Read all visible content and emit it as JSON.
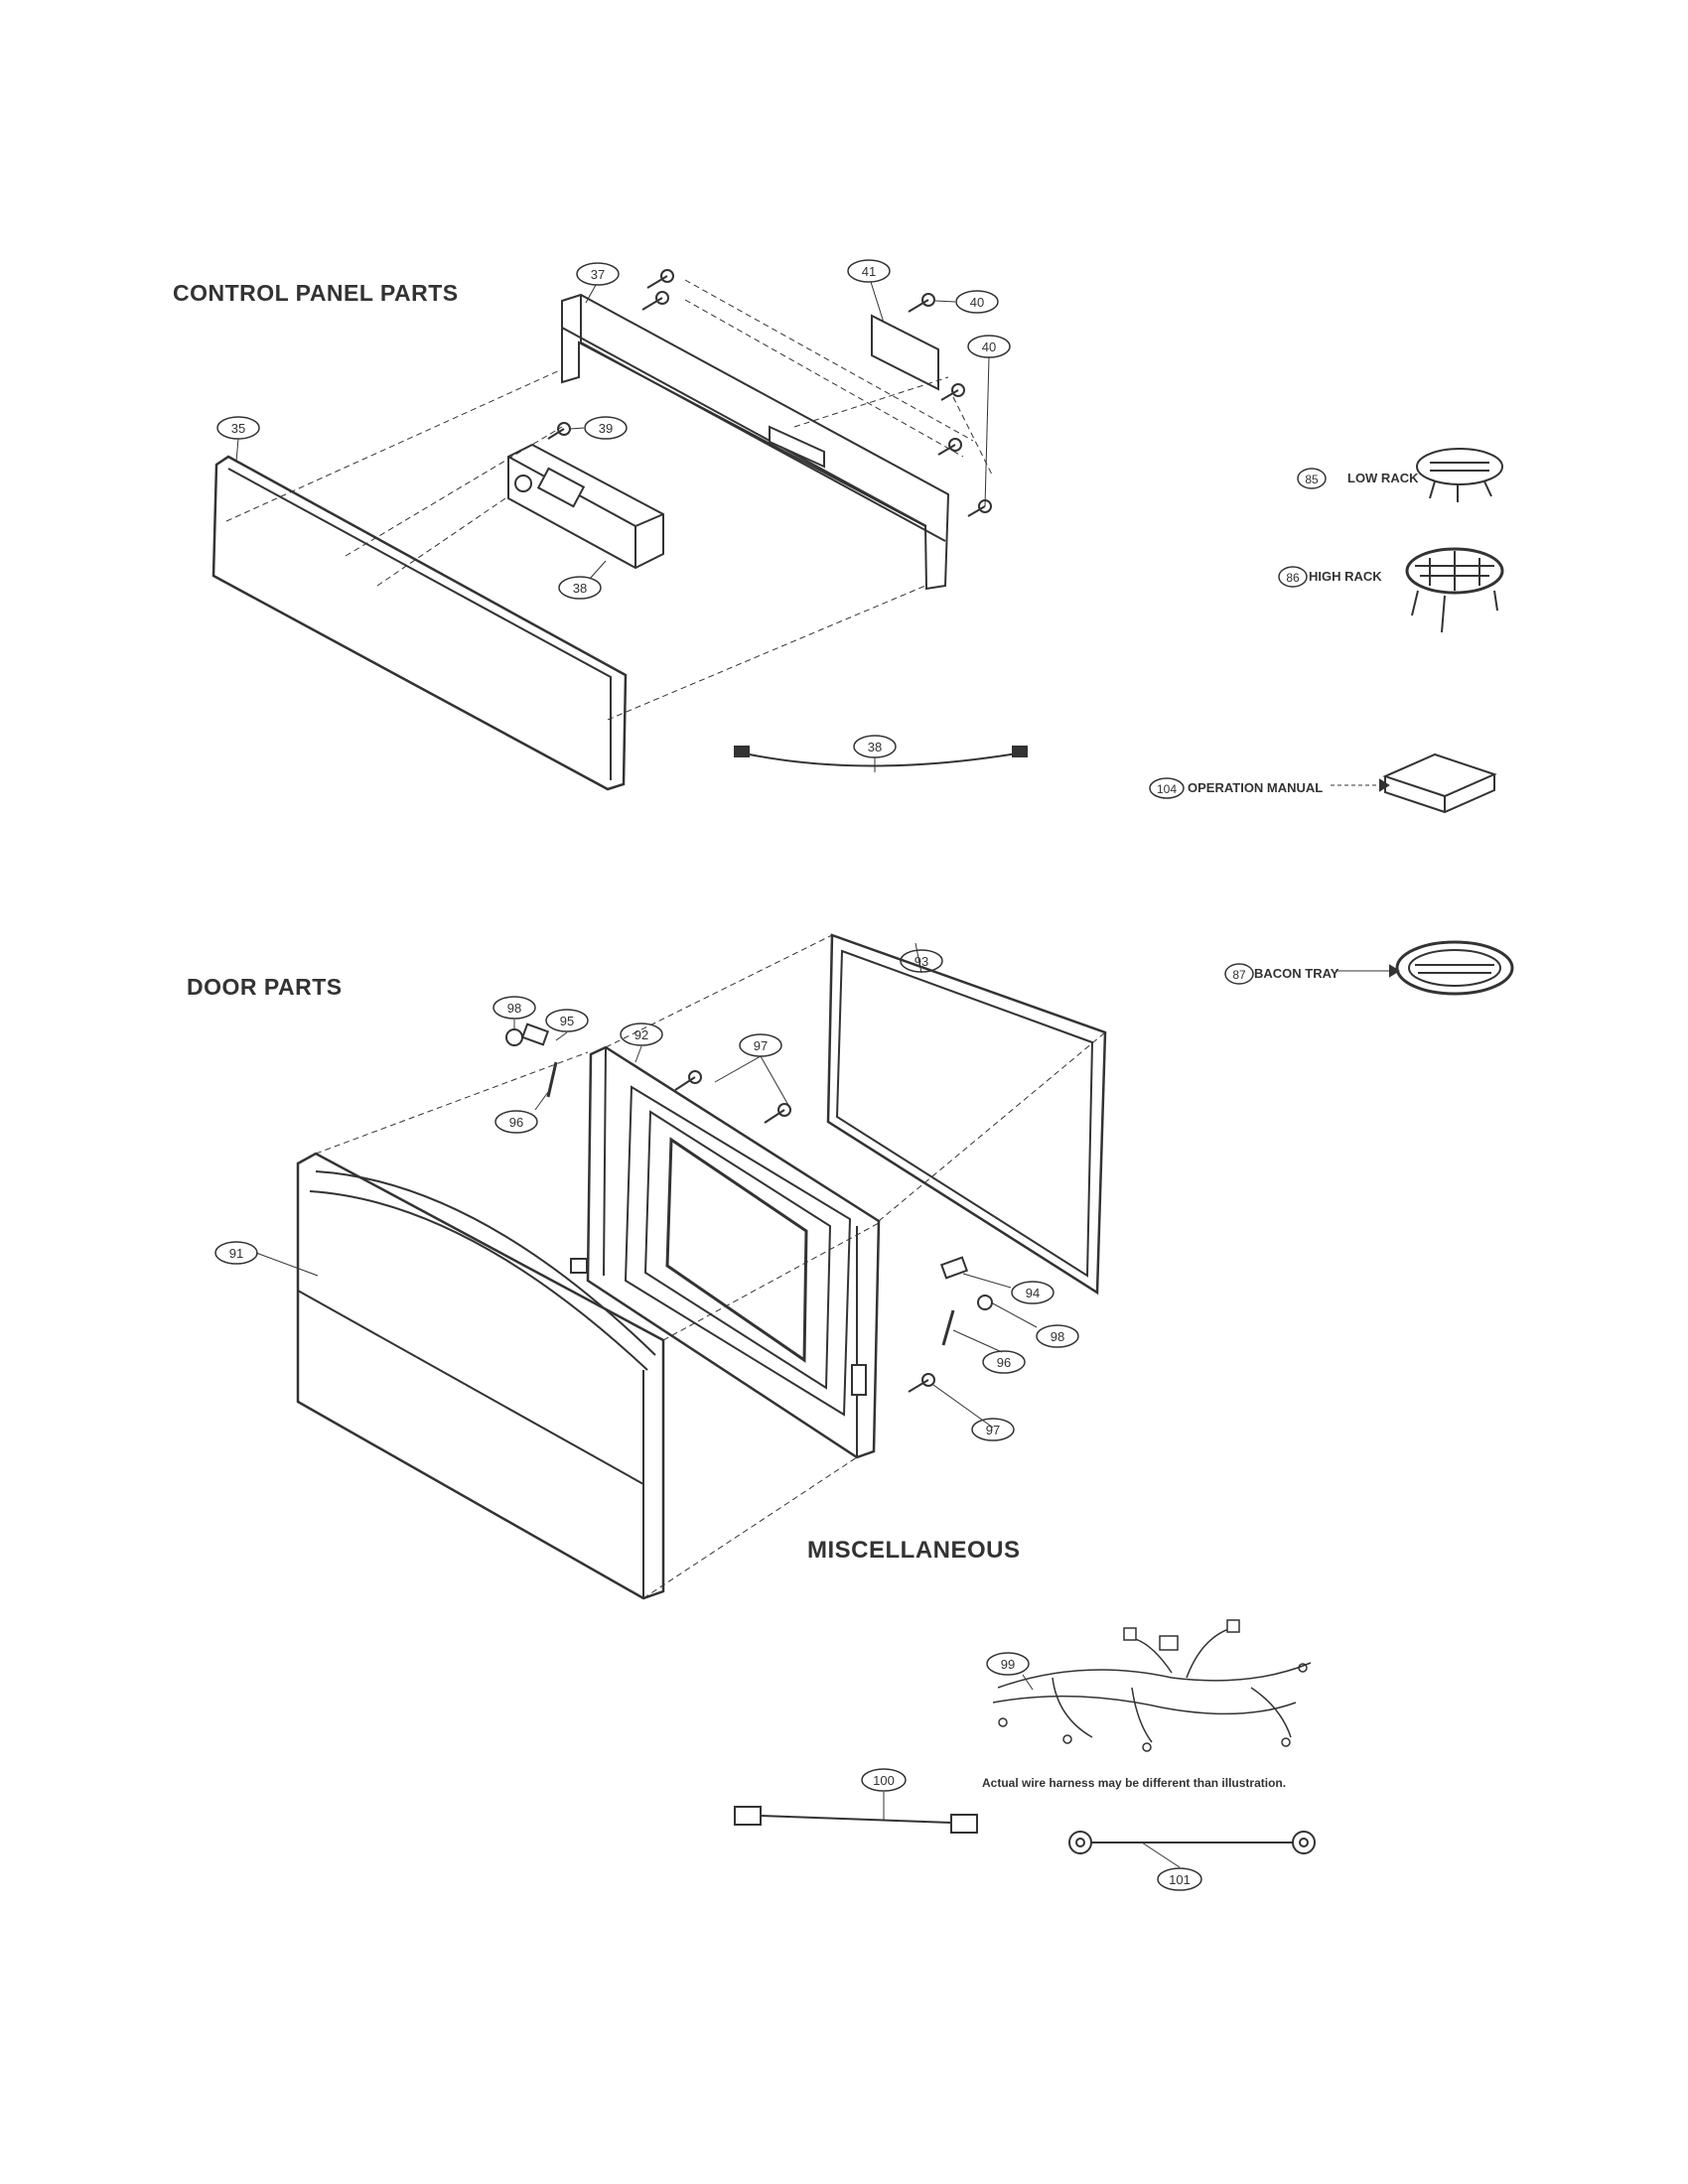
{
  "sections": {
    "control_panel": "CONTROL PANEL PARTS",
    "door": "DOOR PARTS",
    "misc": "MISCELLANEOUS"
  },
  "accessories": {
    "low_rack": "LOW RACK",
    "high_rack": "HIGH RACK",
    "operation_manual": "OPERATION MANUAL",
    "bacon_tray": "BACON TRAY"
  },
  "harness_note": "Actual wire harness may be different than illustration.",
  "callouts": [
    "37",
    "41",
    "40",
    "40",
    "39",
    "35",
    "38",
    "38",
    "85",
    "86",
    "104",
    "87",
    "93",
    "98",
    "95",
    "92",
    "97",
    "96",
    "91",
    "94",
    "98",
    "96",
    "97",
    "99",
    "100",
    "101"
  ]
}
